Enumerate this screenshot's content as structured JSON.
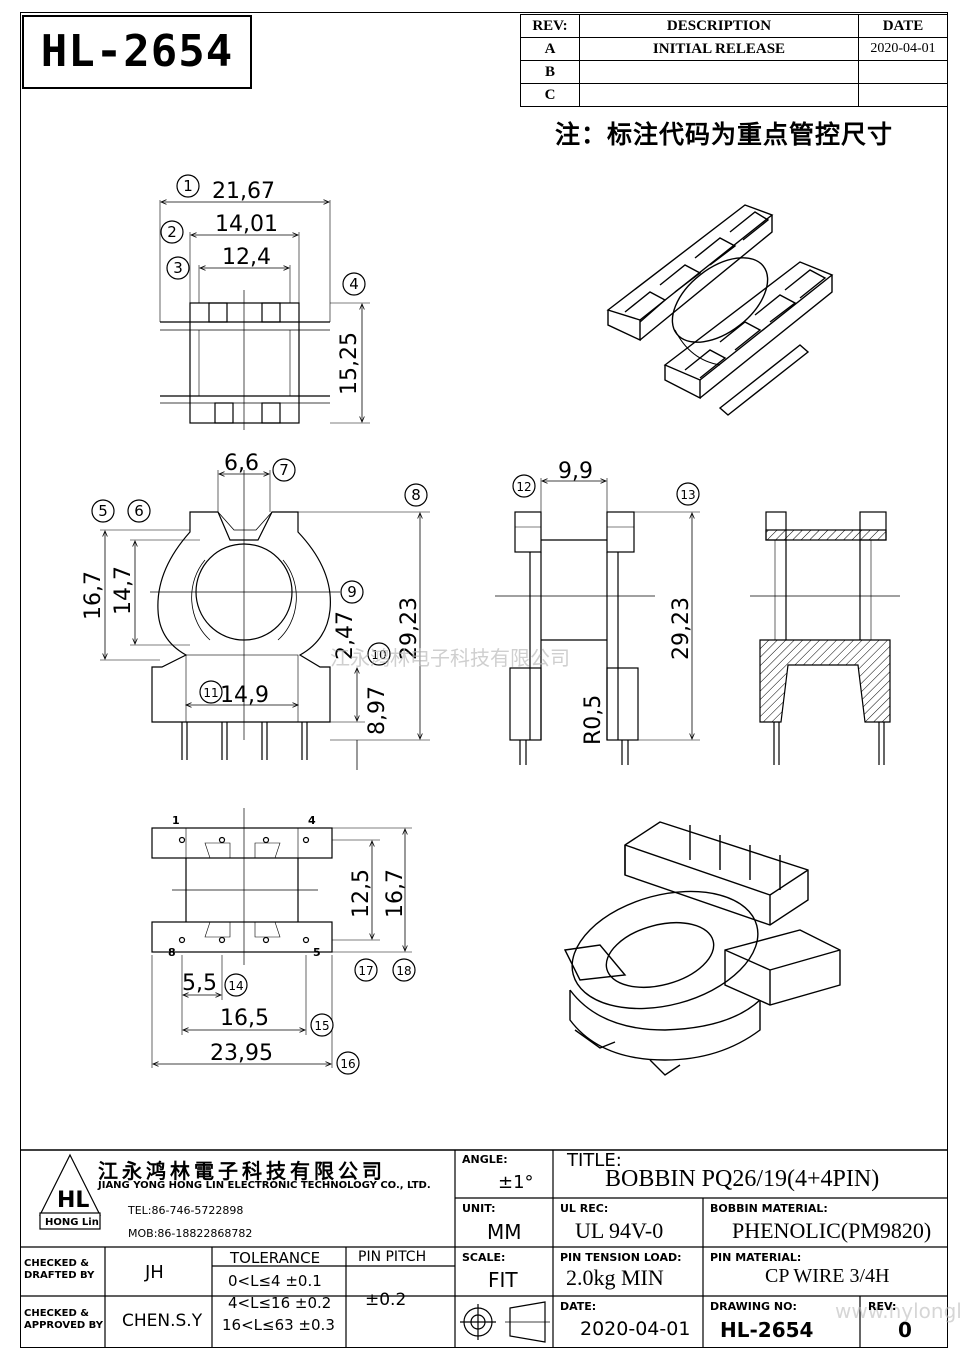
{
  "drawing_number_title": "HL-2654",
  "revision_table": {
    "headers": [
      "REV:",
      "DESCRIPTION",
      "DATE"
    ],
    "rows": [
      {
        "rev": "A",
        "description": "INITIAL RELEASE",
        "date": "2020-04-01"
      },
      {
        "rev": "B",
        "description": "",
        "date": ""
      },
      {
        "rev": "C",
        "description": "",
        "date": ""
      }
    ]
  },
  "note": "注：标注代码为重点管控尺寸",
  "watermark": "江永鸿林电子科技有限公司",
  "watermark_url": "www.hylonglin.com.cn",
  "dimensions": {
    "d1": "21,67",
    "d2": "14,01",
    "d3": "12,4",
    "d4": "15,25",
    "d6_6": "6,6",
    "d16_7": "16,7",
    "d14_7": "14,7",
    "d29_23": "29,23",
    "d2_47": "2,47",
    "d8_97": "8,97",
    "d14_9": "14,9",
    "d9_9": "9,9",
    "d29_23b": "29,23",
    "r0_5": "R0,5",
    "d12_5": "12,5",
    "d16_7b": "16,7",
    "d5_5": "5,5",
    "d16_5": "16,5",
    "d23_95": "23,95"
  },
  "callouts": [
    "1",
    "2",
    "3",
    "4",
    "5",
    "6",
    "7",
    "8",
    "9",
    "10",
    "11",
    "12",
    "13",
    "14",
    "15",
    "16",
    "17",
    "18"
  ],
  "pin_labels": {
    "p1": "1",
    "p4": "4",
    "p8": "8",
    "p5": "5"
  },
  "title_block": {
    "company_cn": "江永鸿林電子科技有限公司",
    "company_en": "JIANG YONG HONG LIN ELECTRONIC TECHNOLOGY CO., LTD.",
    "tel": "TEL:86-746-5722898",
    "mob": "MOB:86-18822868782",
    "logo_text": "HL",
    "logo_sub": "HONG Lin",
    "angle_label": "ANGLE:",
    "angle_value": "±1°",
    "title_label": "TITLE:",
    "title_value": "BOBBIN PQ26/19(4+4PIN)",
    "unit_label": "UNIT:",
    "unit_value": "MM",
    "ul_label": "UL REC:",
    "ul_value": "UL 94V-0",
    "material_label": "BOBBIN MATERIAL:",
    "material_value": "PHENOLIC(PM9820)",
    "checked_drafted_label": "CHECKED & DRAFTED BY",
    "checked_drafted_value": "JH",
    "tolerance_label": "TOLERANCE",
    "tolerance_rows": [
      "0<L≤4  ±0.1",
      "4<L≤16 ±0.2",
      "16<L≤63 ±0.3"
    ],
    "pin_pitch_label": "PIN PITCH",
    "pin_pitch_value": "±0.2",
    "scale_label": "SCALE:",
    "scale_value": "FIT",
    "tension_label": "PIN TENSION LOAD:",
    "tension_value": "2.0kg MIN",
    "pin_material_label": "PIN MATERIAL:",
    "pin_material_value": "CP WIRE 3/4H",
    "checked_approved_label": "CHECKED & APPROVED BY",
    "checked_approved_value": "CHEN.S.Y",
    "date_label": "DATE:",
    "date_value": "2020-04-01",
    "drawing_no_label": "DRAWING NO:",
    "drawing_no_value": "HL-2654",
    "rev_label": "REV:",
    "rev_value": "0"
  }
}
